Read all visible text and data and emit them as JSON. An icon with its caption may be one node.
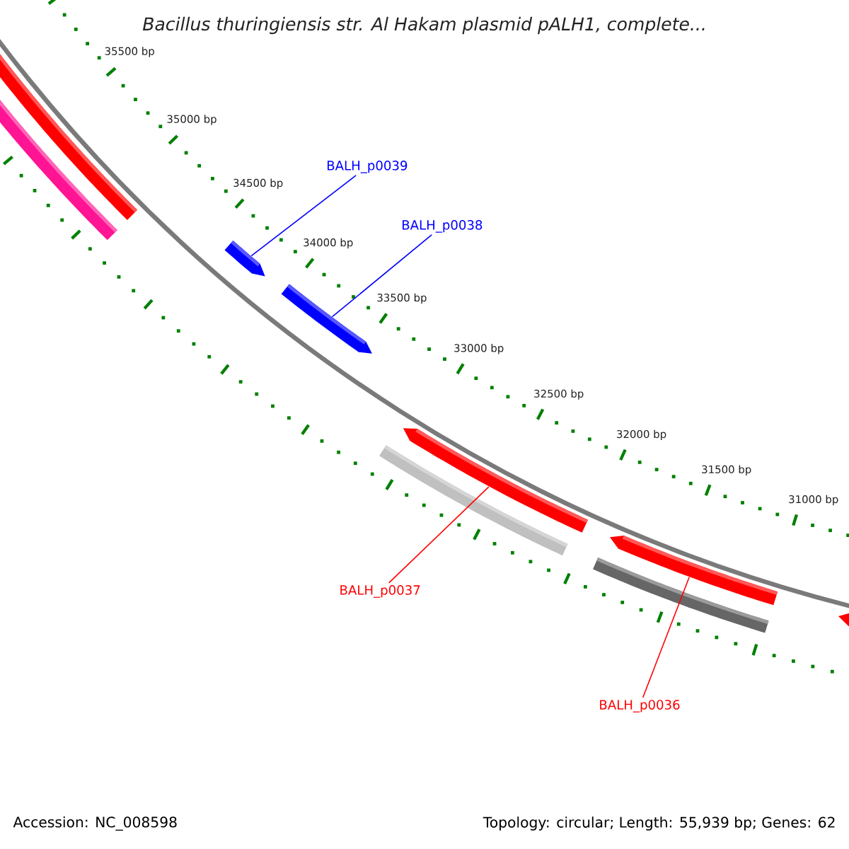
{
  "diagram": {
    "title": "Bacillus thuringiensis str. Al Hakam plasmid pALH1, complete...",
    "nodes": [
      {
        "text": [
          "BALH_p0039"
        ]
      },
      {
        "text": [
          "BALH_p0038"
        ]
      },
      {
        "text": [
          "BALH_p0037"
        ]
      },
      {
        "text": [
          "BALH_p0036"
        ]
      },
      {
        "text": [],
        "shape": "bar"
      },
      {
        "text": [],
        "shape": "bar"
      },
      {
        "text": [],
        "shape": "bar"
      },
      {
        "text": [],
        "shape": "bar"
      },
      {
        "text": [],
        "shape": "bar"
      },
      {
        "text": [],
        "shape": "bar"
      },
      {
        "text": [],
        "shape": "bar"
      },
      {
        "text": [],
        "shape": "bar"
      },
      {
        "text": [],
        "shape": "bar"
      }
    ],
    "edges": [
      {
        "from": 0,
        "to": 6,
        "arrow": "none",
        "color": "#0000ff"
      },
      {
        "from": 1,
        "to": 7,
        "arrow": "none",
        "color": "#0000ff"
      },
      {
        "from": 2,
        "to": 9,
        "arrow": "none",
        "color": "#ff0000"
      },
      {
        "from": 3,
        "to": 11,
        "arrow": "none",
        "color": "#ff0000"
      }
    ],
    "labels": [
      "35500 bp",
      "35000 bp",
      "34500 bp",
      "34000 bp",
      "33500 bp",
      "33000 bp",
      "32500 bp",
      "32000 bp",
      "31500 bp",
      "31000 bp",
      "Accession: NC_008598",
      "Topology: circular; Length: 55,939 bp; Genes: 62"
    ]
  }
}
